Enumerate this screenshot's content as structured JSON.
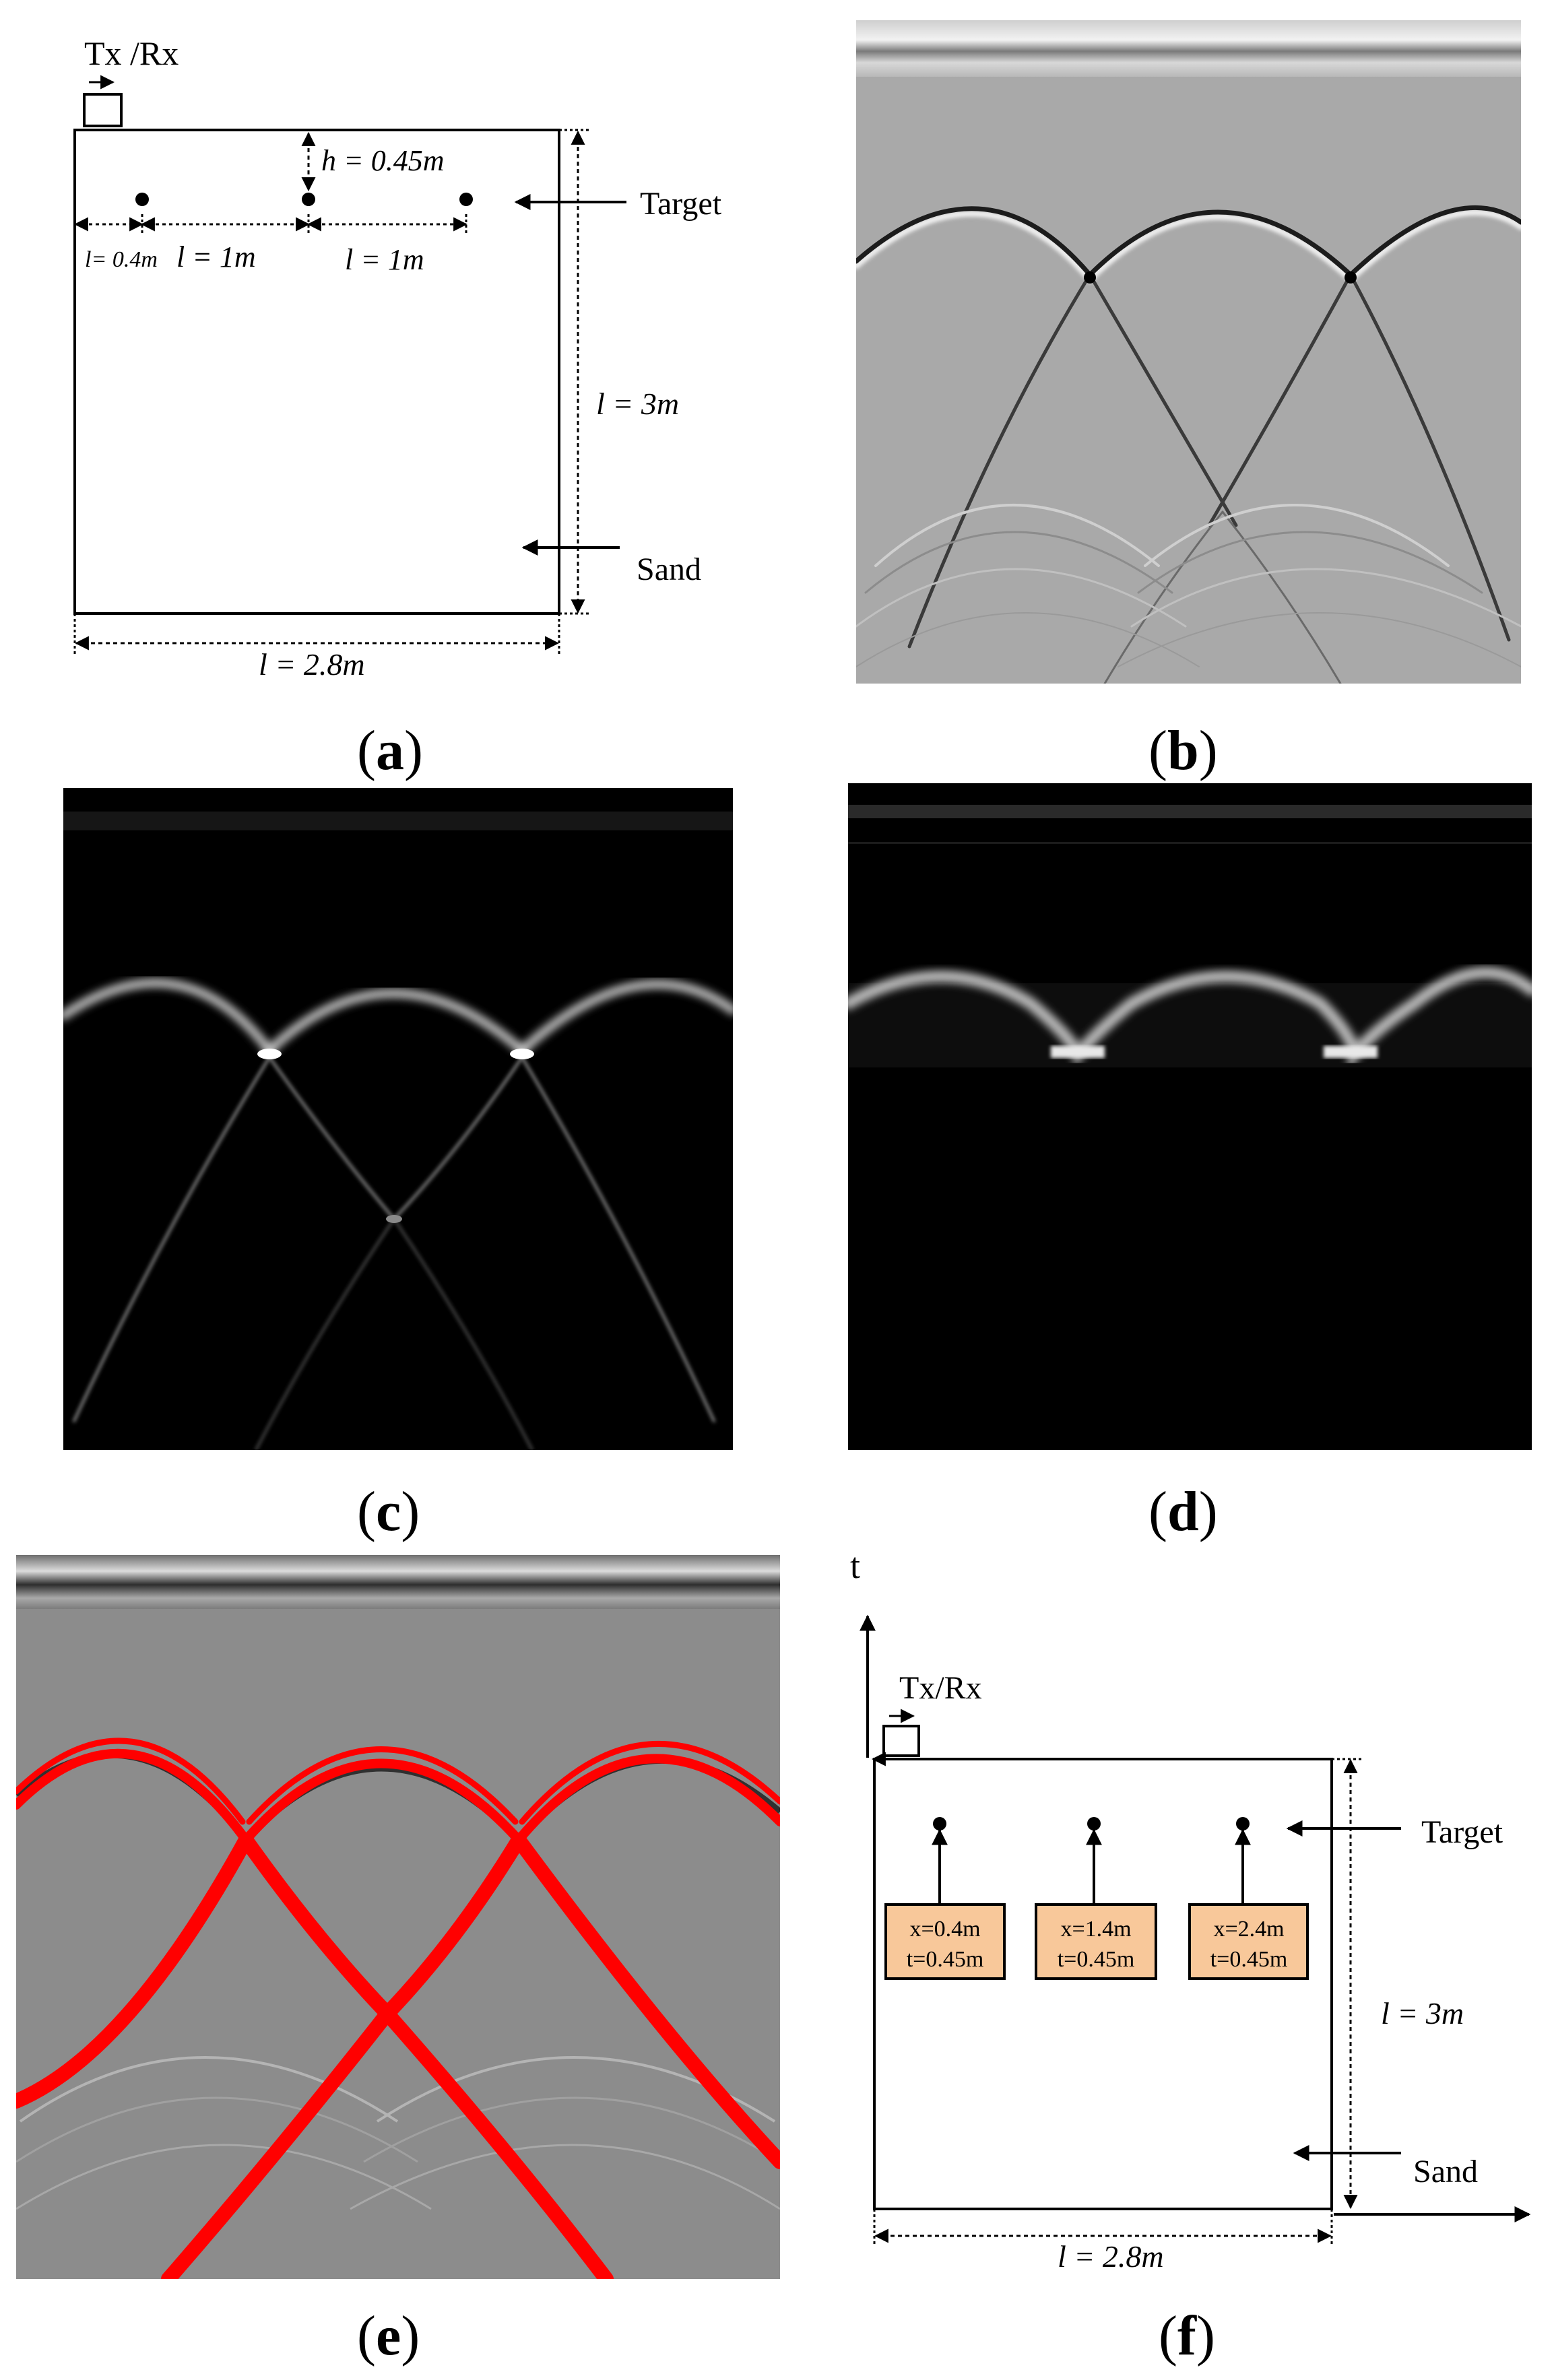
{
  "panel_a": {
    "device_label": "Tx /Rx",
    "h_label": "h = 0.45m",
    "l1_label": "l= 0.4m",
    "l2_label": "l = 1m",
    "l3_label": "l = 1m",
    "target_label": "Target",
    "sand_label": "Sand",
    "height_label": "l = 3m",
    "width_label": "l = 2.8m",
    "caption_letter": "a"
  },
  "panel_b": {
    "caption_letter": "b"
  },
  "panel_c": {
    "caption_letter": "c"
  },
  "panel_d": {
    "caption_letter": "d"
  },
  "panel_e": {
    "caption_letter": "e"
  },
  "panel_f": {
    "axis_label": "t",
    "device_label": "Tx/Rx",
    "target_label": "Target",
    "sand_label": "Sand",
    "height_label": "l = 3m",
    "width_label": "l = 2.8m",
    "boxes": [
      {
        "x": "x=0.4m",
        "t": "t=0.45m"
      },
      {
        "x": "x=1.4m",
        "t": "t=0.45m"
      },
      {
        "x": "x=2.4m",
        "t": "t=0.45m"
      }
    ],
    "box_color": "#f8c89a",
    "caption_letter": "f"
  },
  "colors": {
    "highlight": "#ff0000"
  }
}
